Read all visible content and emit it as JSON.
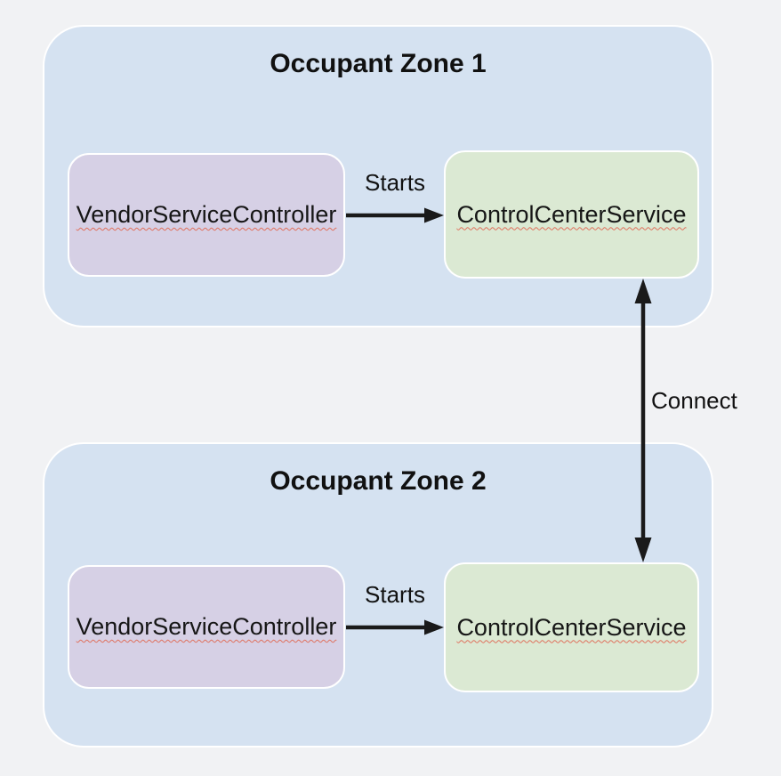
{
  "diagram": {
    "connect_label": "Connect",
    "zones": [
      {
        "title": "Occupant Zone 1",
        "controller": "VendorServiceController",
        "service": "ControlCenterService",
        "starts_label": "Starts"
      },
      {
        "title": "Occupant Zone 2",
        "controller": "VendorServiceController",
        "service": "ControlCenterService",
        "starts_label": "Starts"
      }
    ],
    "colors": {
      "background": "#f1f2f4",
      "zone_fill": "#d5e2f1",
      "controller_fill": "#d6d0e5",
      "service_fill": "#dbe9d3",
      "node_border": "#ffffff",
      "arrow": "#1a1a1a",
      "text": "#161616",
      "spellcheck_underline": "#e0705c"
    }
  }
}
